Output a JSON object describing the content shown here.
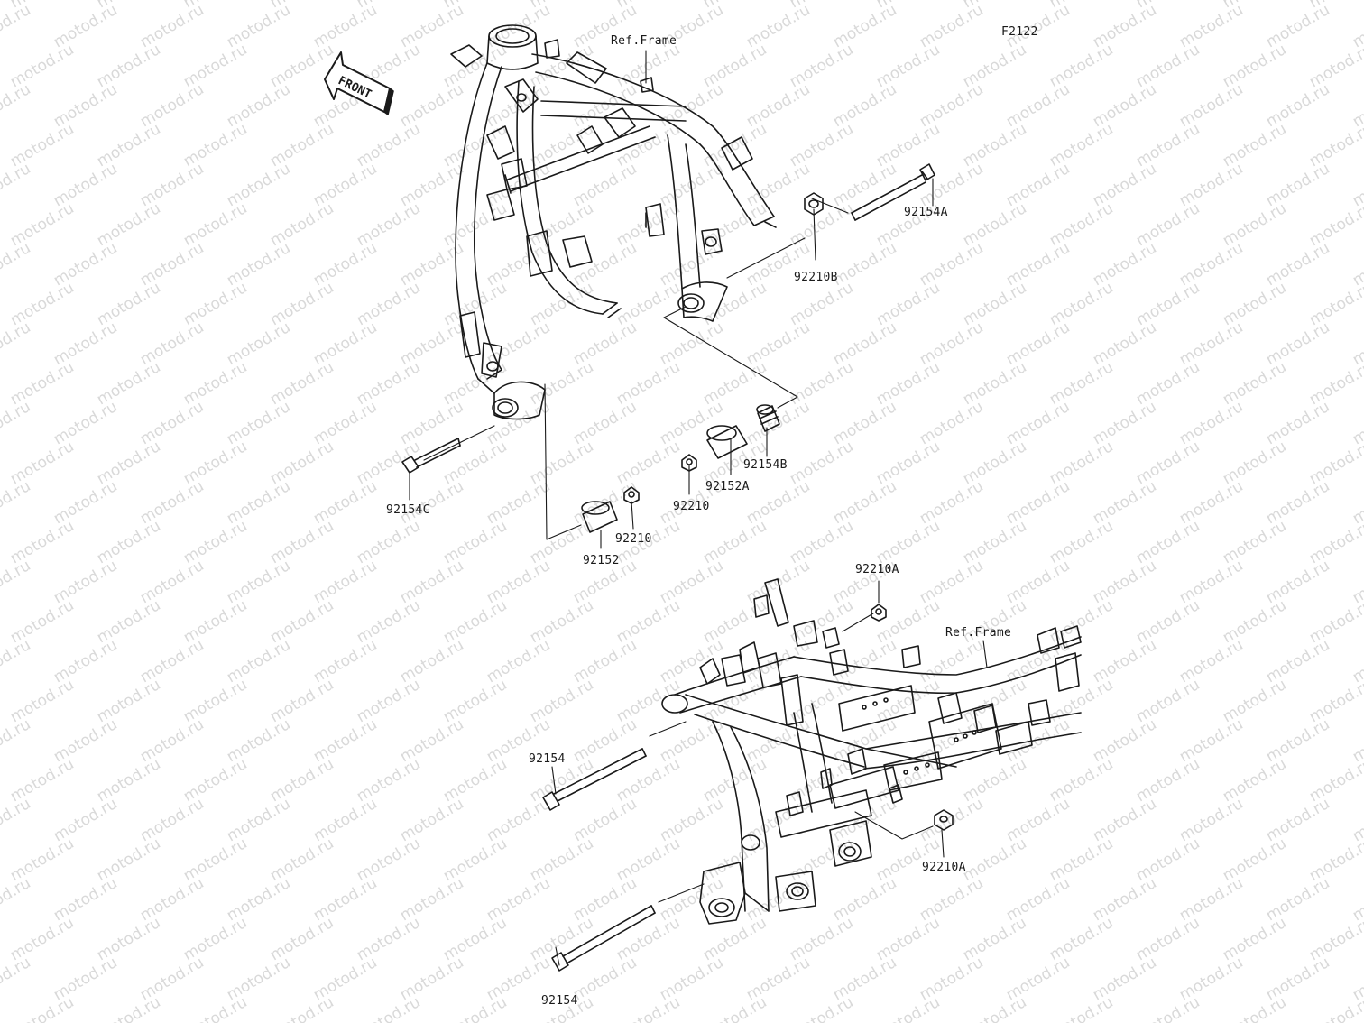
{
  "diagram": {
    "figure_code": "F2122",
    "front_arrow_label": "FRONT",
    "ref_frame_top": "Ref.Frame",
    "ref_frame_bottom": "Ref.Frame",
    "watermark": "motod.ru",
    "parts": {
      "p92154A": "92154A",
      "p92210B": "92210B",
      "p92154C": "92154C",
      "p92154B": "92154B",
      "p92152A": "92152A",
      "p92210_right": "92210",
      "p92210_left": "92210",
      "p92152": "92152",
      "p92210A_top": "92210A",
      "p92210A_bottom": "92210A",
      "p92154_upper": "92154",
      "p92154_lower": "92154"
    }
  }
}
